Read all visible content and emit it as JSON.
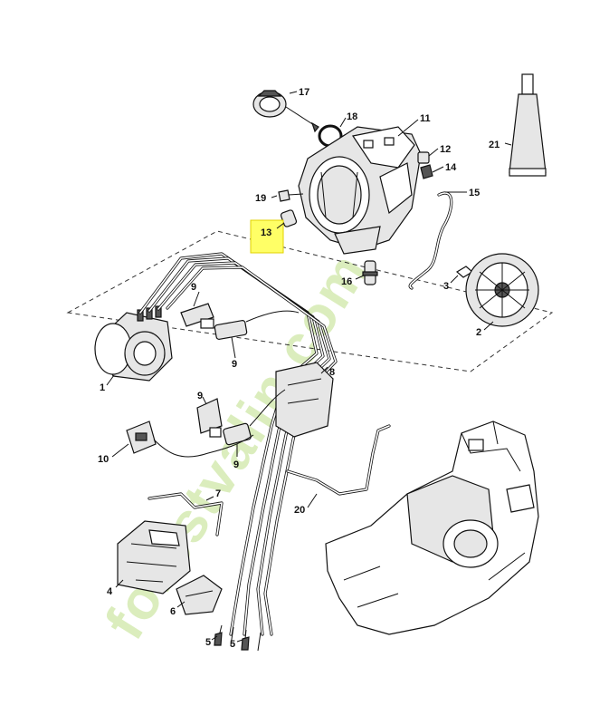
{
  "callouts": [
    {
      "id": "17",
      "text": "17"
    },
    {
      "id": "18",
      "text": "18"
    },
    {
      "id": "11",
      "text": "11"
    },
    {
      "id": "12",
      "text": "12"
    },
    {
      "id": "14",
      "text": "14"
    },
    {
      "id": "21",
      "text": "21"
    },
    {
      "id": "15",
      "text": "15"
    },
    {
      "id": "19",
      "text": "19"
    },
    {
      "id": "13",
      "text": "13"
    },
    {
      "id": "16",
      "text": "16"
    },
    {
      "id": "3",
      "text": "3"
    },
    {
      "id": "2",
      "text": "2"
    },
    {
      "id": "9a",
      "text": "9"
    },
    {
      "id": "9b",
      "text": "9"
    },
    {
      "id": "1",
      "text": "1"
    },
    {
      "id": "8",
      "text": "8"
    },
    {
      "id": "9c",
      "text": "9"
    },
    {
      "id": "9d",
      "text": "9"
    },
    {
      "id": "10",
      "text": "10"
    },
    {
      "id": "20",
      "text": "20"
    },
    {
      "id": "7",
      "text": "7"
    },
    {
      "id": "4",
      "text": "4"
    },
    {
      "id": "6",
      "text": "6"
    },
    {
      "id": "5a",
      "text": "5"
    },
    {
      "id": "5b",
      "text": "5"
    }
  ],
  "highlight": {
    "label": "13",
    "color": "#ffff66"
  },
  "watermark": {
    "text": "forestvalin.com",
    "color": "#c8e6a0",
    "accent": "#f5a623"
  },
  "colors": {
    "line": "#111111",
    "fill_grey": "#e6e6e6",
    "background": "#ffffff"
  }
}
